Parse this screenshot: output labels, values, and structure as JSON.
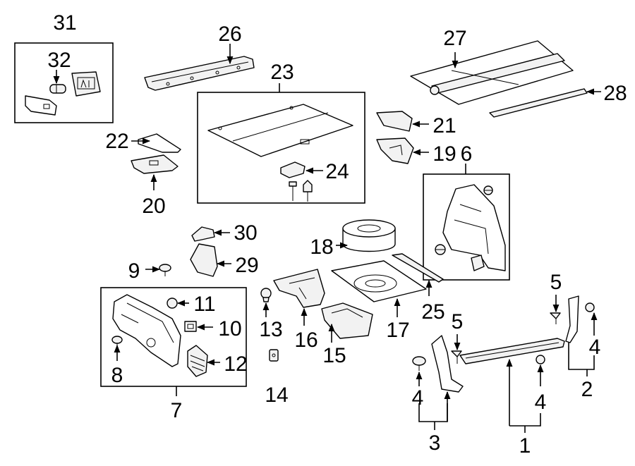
{
  "callouts": {
    "n1": "1",
    "n2": "2",
    "n3": "3",
    "n4a": "4",
    "n4b": "4",
    "n4c": "4",
    "n5a": "5",
    "n5b": "5",
    "n6": "6",
    "n7": "7",
    "n8": "8",
    "n9": "9",
    "n10": "10",
    "n11": "11",
    "n12": "12",
    "n13": "13",
    "n14": "14",
    "n15": "15",
    "n16": "16",
    "n17": "17",
    "n18": "18",
    "n19": "19",
    "n20": "20",
    "n21": "21",
    "n22": "22",
    "n23": "23",
    "n24": "24",
    "n25": "25",
    "n26": "26",
    "n27": "27",
    "n28": "28",
    "n29": "29",
    "n30": "30",
    "n31": "31",
    "n32": "32"
  }
}
